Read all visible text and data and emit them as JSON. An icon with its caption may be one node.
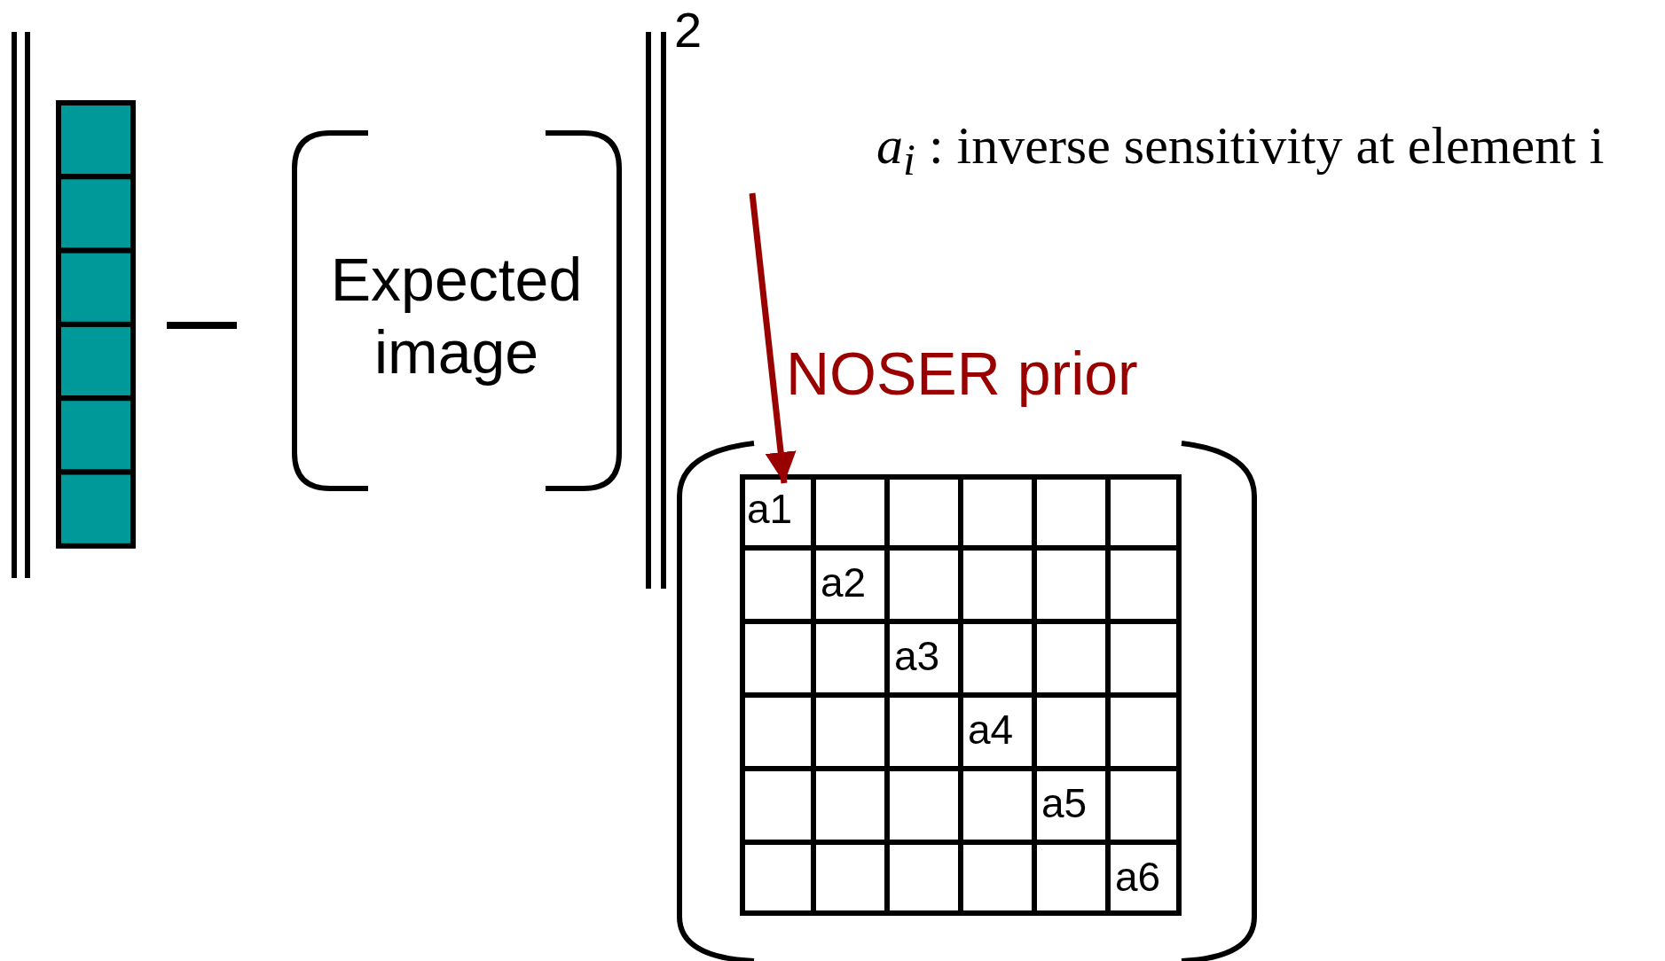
{
  "diagram": {
    "nodes": [
      {
        "text": [],
        "shape": "box"
      },
      {
        "text": [
          "a1"
        ],
        "in": 0
      },
      {
        "text": [
          "a2"
        ],
        "in": 0
      },
      {
        "text": [
          "a3"
        ],
        "in": 0
      },
      {
        "text": [
          "a4"
        ],
        "in": 0
      },
      {
        "text": [
          "a5"
        ],
        "in": 0
      },
      {
        "text": [
          "a6"
        ],
        "in": 0
      }
    ],
    "edges": [
      {
        "from": null,
        "to": 1,
        "arrow": "to",
        "label": "NOSER prior",
        "color": "#990000"
      }
    ],
    "labels": [
      "2",
      "Expected image",
      "*a*$_{i}$ : inverse sensitivity at element i"
    ]
  }
}
